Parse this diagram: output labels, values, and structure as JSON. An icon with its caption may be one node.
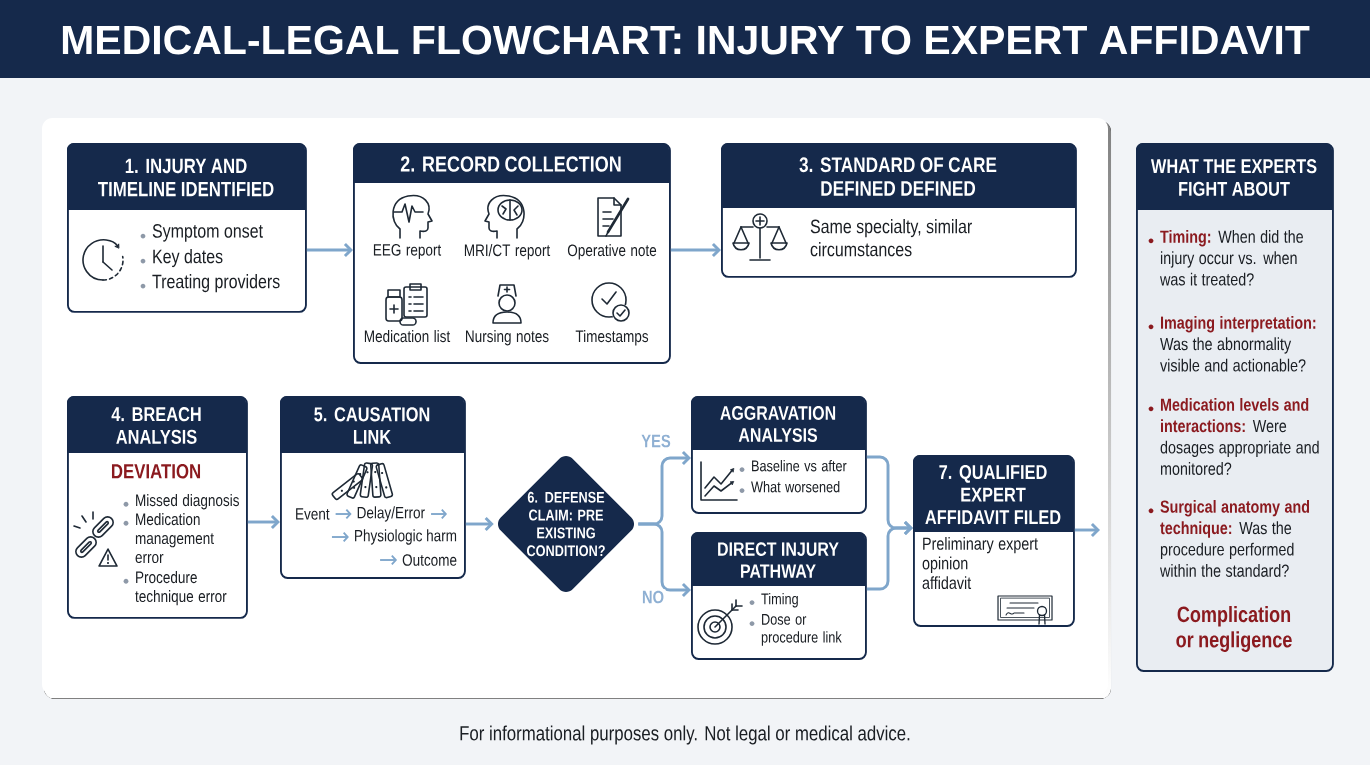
{
  "diagram": {
    "title": "MEDICAL-LEGAL FLOWCHART: INJURY TO EXPERT AFFIDAVIT",
    "nodes": [
      {
        "text": [
          "1. INJURY AND TIMELINE IDENTIFIED",
          "Symptom onset",
          "Key dates",
          "Treating providers"
        ]
      },
      {
        "text": [
          "2. RECORD COLLECTION",
          "EEG report",
          "MRI/CT report",
          "Operative note",
          "Medication list",
          "Nursing notes",
          "Timestamps"
        ]
      },
      {
        "text": [
          "3. STANDARD OF CARE DEFINED DEFINED",
          "Same specialty, similar circumstances"
        ]
      },
      {
        "text": [
          "4. BREACH ANALYSIS",
          "DEVIATION",
          "Missed diagnosis",
          "Medication management error",
          "Procedure technique error"
        ]
      },
      {
        "text": [
          "5. CAUSATION LINK",
          "Event",
          "Delay/Error",
          "Physiologic harm",
          "Outcome"
        ]
      },
      {
        "text": [
          "6. DEFENSE CLAIM: PRE EXISTING CONDITION?"
        ]
      },
      {
        "text": [
          "AGGRAVATION ANALYSIS",
          "Baseline vs after",
          "What worsened"
        ]
      },
      {
        "text": [
          "DIRECT INJURY PATHWAY",
          "Timing",
          "Dose or procedure link"
        ]
      },
      {
        "text": [
          "7. QUALIFIED EXPERT AFFIDAVIT FILED",
          "Preliminary expert opinion affidavit"
        ]
      },
      {
        "text": [
          "WHAT THE EXPERTS FIGHT ABOUT",
          "**Timing:** When did the injury occur vs. when was it treated?",
          "**Imaging interpretation:** Was the abnormality visible and actionable?",
          "**Medication levels and interactions:** Were dosages appropriate and monitored?",
          "**Surgical anatomy and technique:** Was the procedure performed within the standard?",
          "Complication or negligence"
        ]
      }
    ],
    "edges": [
      {
        "from": 0,
        "to": 1,
        "arrow": "to"
      },
      {
        "from": 1,
        "to": 2,
        "arrow": "to"
      },
      {
        "from": 3,
        "to": 4,
        "arrow": "to"
      },
      {
        "from": 4,
        "to": 5,
        "arrow": "to"
      },
      {
        "from": 5,
        "to": 6,
        "arrow": "to",
        "label": "YES"
      },
      {
        "from": 5,
        "to": 7,
        "arrow": "to",
        "label": "NO"
      },
      {
        "from": 6,
        "to": 8,
        "arrow": "to"
      },
      {
        "from": 7,
        "to": 8,
        "arrow": "to"
      },
      {
        "from": 8,
        "to": null,
        "arrow": "to"
      }
    ],
    "labels": [
      "For informational purposes only. Not legal or medical advice."
    ]
  }
}
